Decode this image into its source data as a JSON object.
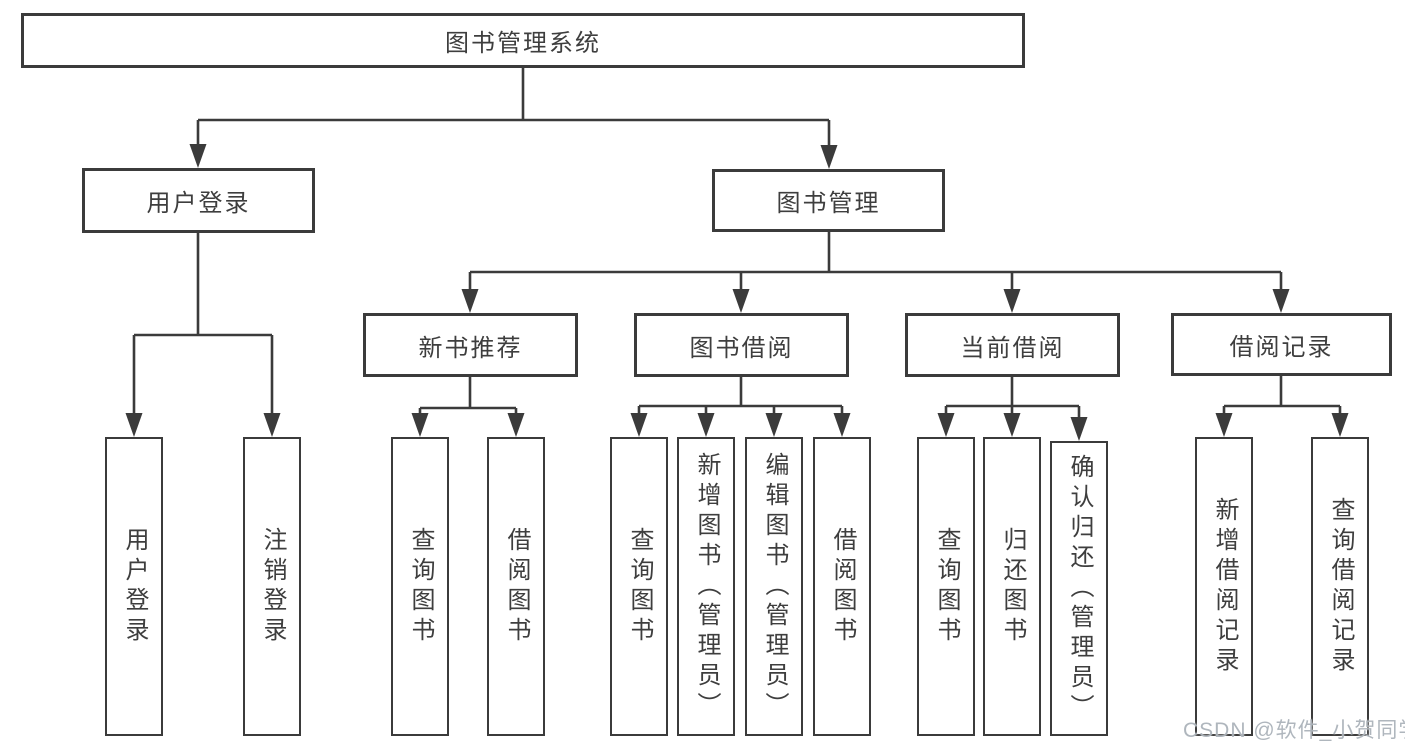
{
  "diagram": {
    "type": "hierarchy-tree",
    "tree": {
      "label": "图书管理系统",
      "children": [
        {
          "label": "用户登录",
          "children": [
            {
              "label": "用户登录"
            },
            {
              "label": "注销登录"
            }
          ]
        },
        {
          "label": "图书管理",
          "children": [
            {
              "label": "新书推荐",
              "children": [
                {
                  "label": "查询图书"
                },
                {
                  "label": "借阅图书"
                }
              ]
            },
            {
              "label": "图书借阅",
              "children": [
                {
                  "label": "查询图书"
                },
                {
                  "label": "新增图书（管理员）"
                },
                {
                  "label": "编辑图书（管理员）"
                },
                {
                  "label": "借阅图书"
                }
              ]
            },
            {
              "label": "当前借阅",
              "children": [
                {
                  "label": "查询图书"
                },
                {
                  "label": "归还图书"
                },
                {
                  "label": "确认归还（管理员）"
                }
              ]
            },
            {
              "label": "借阅记录",
              "children": [
                {
                  "label": "新增借阅记录"
                },
                {
                  "label": "查询借阅记录"
                }
              ]
            }
          ]
        }
      ]
    },
    "colors": {
      "box_border": "#3b3b3b",
      "connector_line": "#3b3b3b",
      "text": "#3e3e3e",
      "background": "#ffffff",
      "watermark": "#abb2b9"
    }
  },
  "watermark": {
    "text": "CSDN @软件_小贺同学"
  }
}
